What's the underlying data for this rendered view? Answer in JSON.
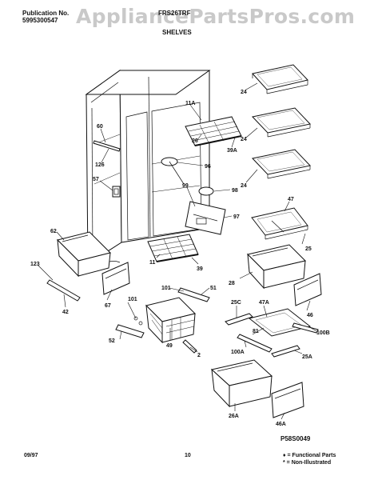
{
  "header": {
    "publication_label": "Publication No.",
    "publication_number": "5995300547",
    "model": "FRS26TRF",
    "section": "SHELVES",
    "watermark": "AppliancePartsPros.com"
  },
  "callouts": {
    "c11A": "11A",
    "c24a": "24",
    "c24b": "24",
    "c24c": "24",
    "c26a": "26",
    "c39A": "39A",
    "c60": "60",
    "c126": "126",
    "c57": "57",
    "c96a": "96",
    "c99": "99",
    "c98": "98",
    "c97": "97",
    "c47": "47",
    "c25": "25",
    "c62": "62",
    "c123": "123",
    "c11": "11",
    "c39": "39",
    "c67": "67",
    "c42": "42",
    "c28": "28",
    "c101a": "101",
    "c51": "51",
    "c101b": "101",
    "c46": "46",
    "c52": "52",
    "c49": "49",
    "c2": "2",
    "c25C": "25C",
    "c47A": "47A",
    "c81": "81",
    "c100B": "100B",
    "c100A": "100A",
    "c25A": "25A",
    "c26A": "26A",
    "c46A": "46A"
  },
  "diagram_code": "P58S0049",
  "footer": {
    "date": "09/97",
    "page": "10",
    "legend_functional": "♦ = Functional Parts",
    "legend_non_illustrated": "* = Non-Illustrated"
  }
}
